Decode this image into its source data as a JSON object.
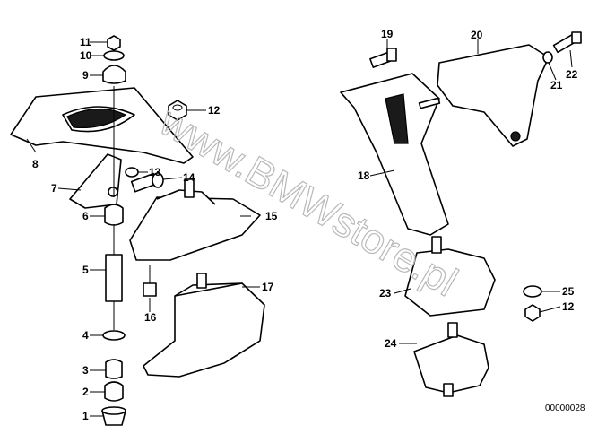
{
  "diagram": {
    "drawing_code": "00000028",
    "watermark": "www.BMWstore.pl",
    "callouts": [
      "1",
      "2",
      "3",
      "4",
      "5",
      "6",
      "7",
      "8",
      "9",
      "10",
      "11",
      "12",
      "13",
      "14",
      "15",
      "16",
      "17",
      "18",
      "19",
      "20",
      "21",
      "22",
      "23",
      "24",
      "25",
      "12"
    ]
  }
}
